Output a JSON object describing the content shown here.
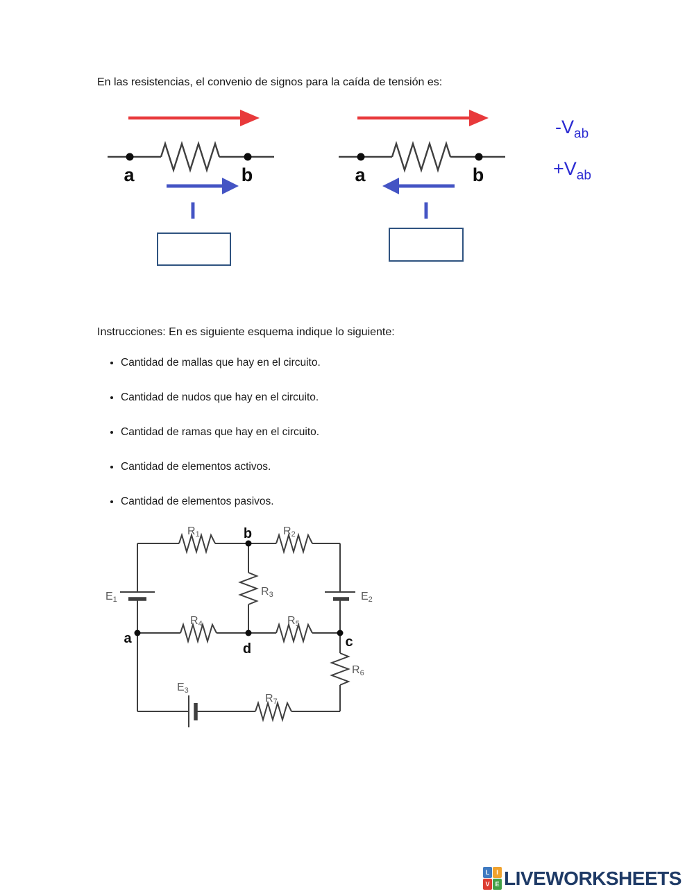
{
  "title": "En las resistencias, el convenio de signos para la caída de tensión es:",
  "sign_convention": {
    "left_diagram": {
      "node_a": "a",
      "node_b": "b",
      "current_label": "I",
      "answer_value": ""
    },
    "right_diagram": {
      "node_a": "a",
      "node_b": "b",
      "current_label": "I",
      "answer_value": ""
    },
    "voltage_labels": {
      "negative": {
        "base": "-V",
        "sub": "ab"
      },
      "positive": {
        "base": "+V",
        "sub": "ab"
      }
    }
  },
  "instructions": {
    "heading": "Instrucciones: En es siguiente esquema indique lo siguiente:",
    "bullets": [
      "Cantidad de mallas que hay en el circuito.",
      "Cantidad de nudos que hay en el circuito.",
      "Cantidad de ramas que hay en el circuito.",
      "Cantidad de elementos activos.",
      "Cantidad de elementos pasivos."
    ]
  },
  "circuit": {
    "components": {
      "e1": {
        "base": "E",
        "sub": "1"
      },
      "e2": {
        "base": "E",
        "sub": "2"
      },
      "e3": {
        "base": "E",
        "sub": "3"
      },
      "r1": {
        "base": "R",
        "sub": "1"
      },
      "r2": {
        "base": "R",
        "sub": "2"
      },
      "r3": {
        "base": "R",
        "sub": "3"
      },
      "r4": {
        "base": "R",
        "sub": "4"
      },
      "r5": {
        "base": "R",
        "sub": "5"
      },
      "r6": {
        "base": "R",
        "sub": "6"
      },
      "r7": {
        "base": "R",
        "sub": "7"
      }
    },
    "nodes": {
      "a": "a",
      "b": "b",
      "c": "c",
      "d": "d"
    }
  },
  "footer": {
    "logo_squares": [
      {
        "letter": "L",
        "color": "#3f7ac1"
      },
      {
        "letter": "I",
        "color": "#f0a22e"
      },
      {
        "letter": "V",
        "color": "#dd3b31"
      },
      {
        "letter": "E",
        "color": "#43a047"
      }
    ],
    "logo_text": "LIVEWORKSHEETS"
  },
  "colors": {
    "voltage_arrow_red": "#e8393b",
    "current_arrow_blue": "#4454c4",
    "vab_blue": "#2b2bd2",
    "wire": "#3f3f3f",
    "component_label_gray": "#595959",
    "answer_border": "#2f5380",
    "logo_navy": "#1e3a66"
  }
}
